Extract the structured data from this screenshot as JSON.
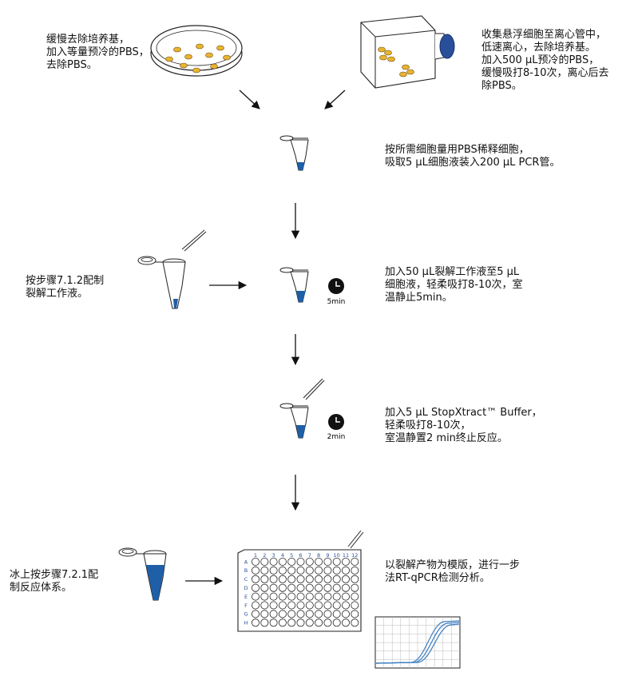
{
  "steps": {
    "adherent": "缓慢去除培养基，\n加入等量预冷的PBS，\n去除PBS。",
    "suspension": "收集悬浮细胞至离心管中，\n低速离心，去除培养基。\n加入500 μL预冷的PBS，\n缓慢吸打8-10次，离心后去\n除PBS。",
    "dilute": "按所需细胞量用PBS稀释细胞，\n吸取5 μL细胞液装入200 μL PCR管。",
    "prep_lysis": "按步骤7.1.2配制\n裂解工作液。",
    "lysis": "加入50 μL裂解工作液至5 μL\n细胞液，轻柔吸打8-10次，室\n温静止5min。",
    "stop": "加入5 μL StopXtract™ Buffer，\n轻柔吸打8-10次，\n室温静置2 min终止反应。",
    "prep_rxn": "冰上按步骤7.2.1配\n制反应体系。",
    "analysis": "以裂解产物为模版，进行一步\n法RT-qPCR检测分析。"
  },
  "timers": {
    "t1": "5min",
    "t2": "2min"
  },
  "plate": {
    "columns": [
      "1",
      "2",
      "3",
      "4",
      "5",
      "6",
      "7",
      "8",
      "9",
      "10",
      "11",
      "12"
    ],
    "rows": [
      "A",
      "B",
      "C",
      "D",
      "E",
      "F",
      "G",
      "H"
    ]
  },
  "colors": {
    "liquid": "#1f5fa8",
    "cell": "#e8b430",
    "cap": "#2a4f9a",
    "curve": "#3a7dbf"
  }
}
